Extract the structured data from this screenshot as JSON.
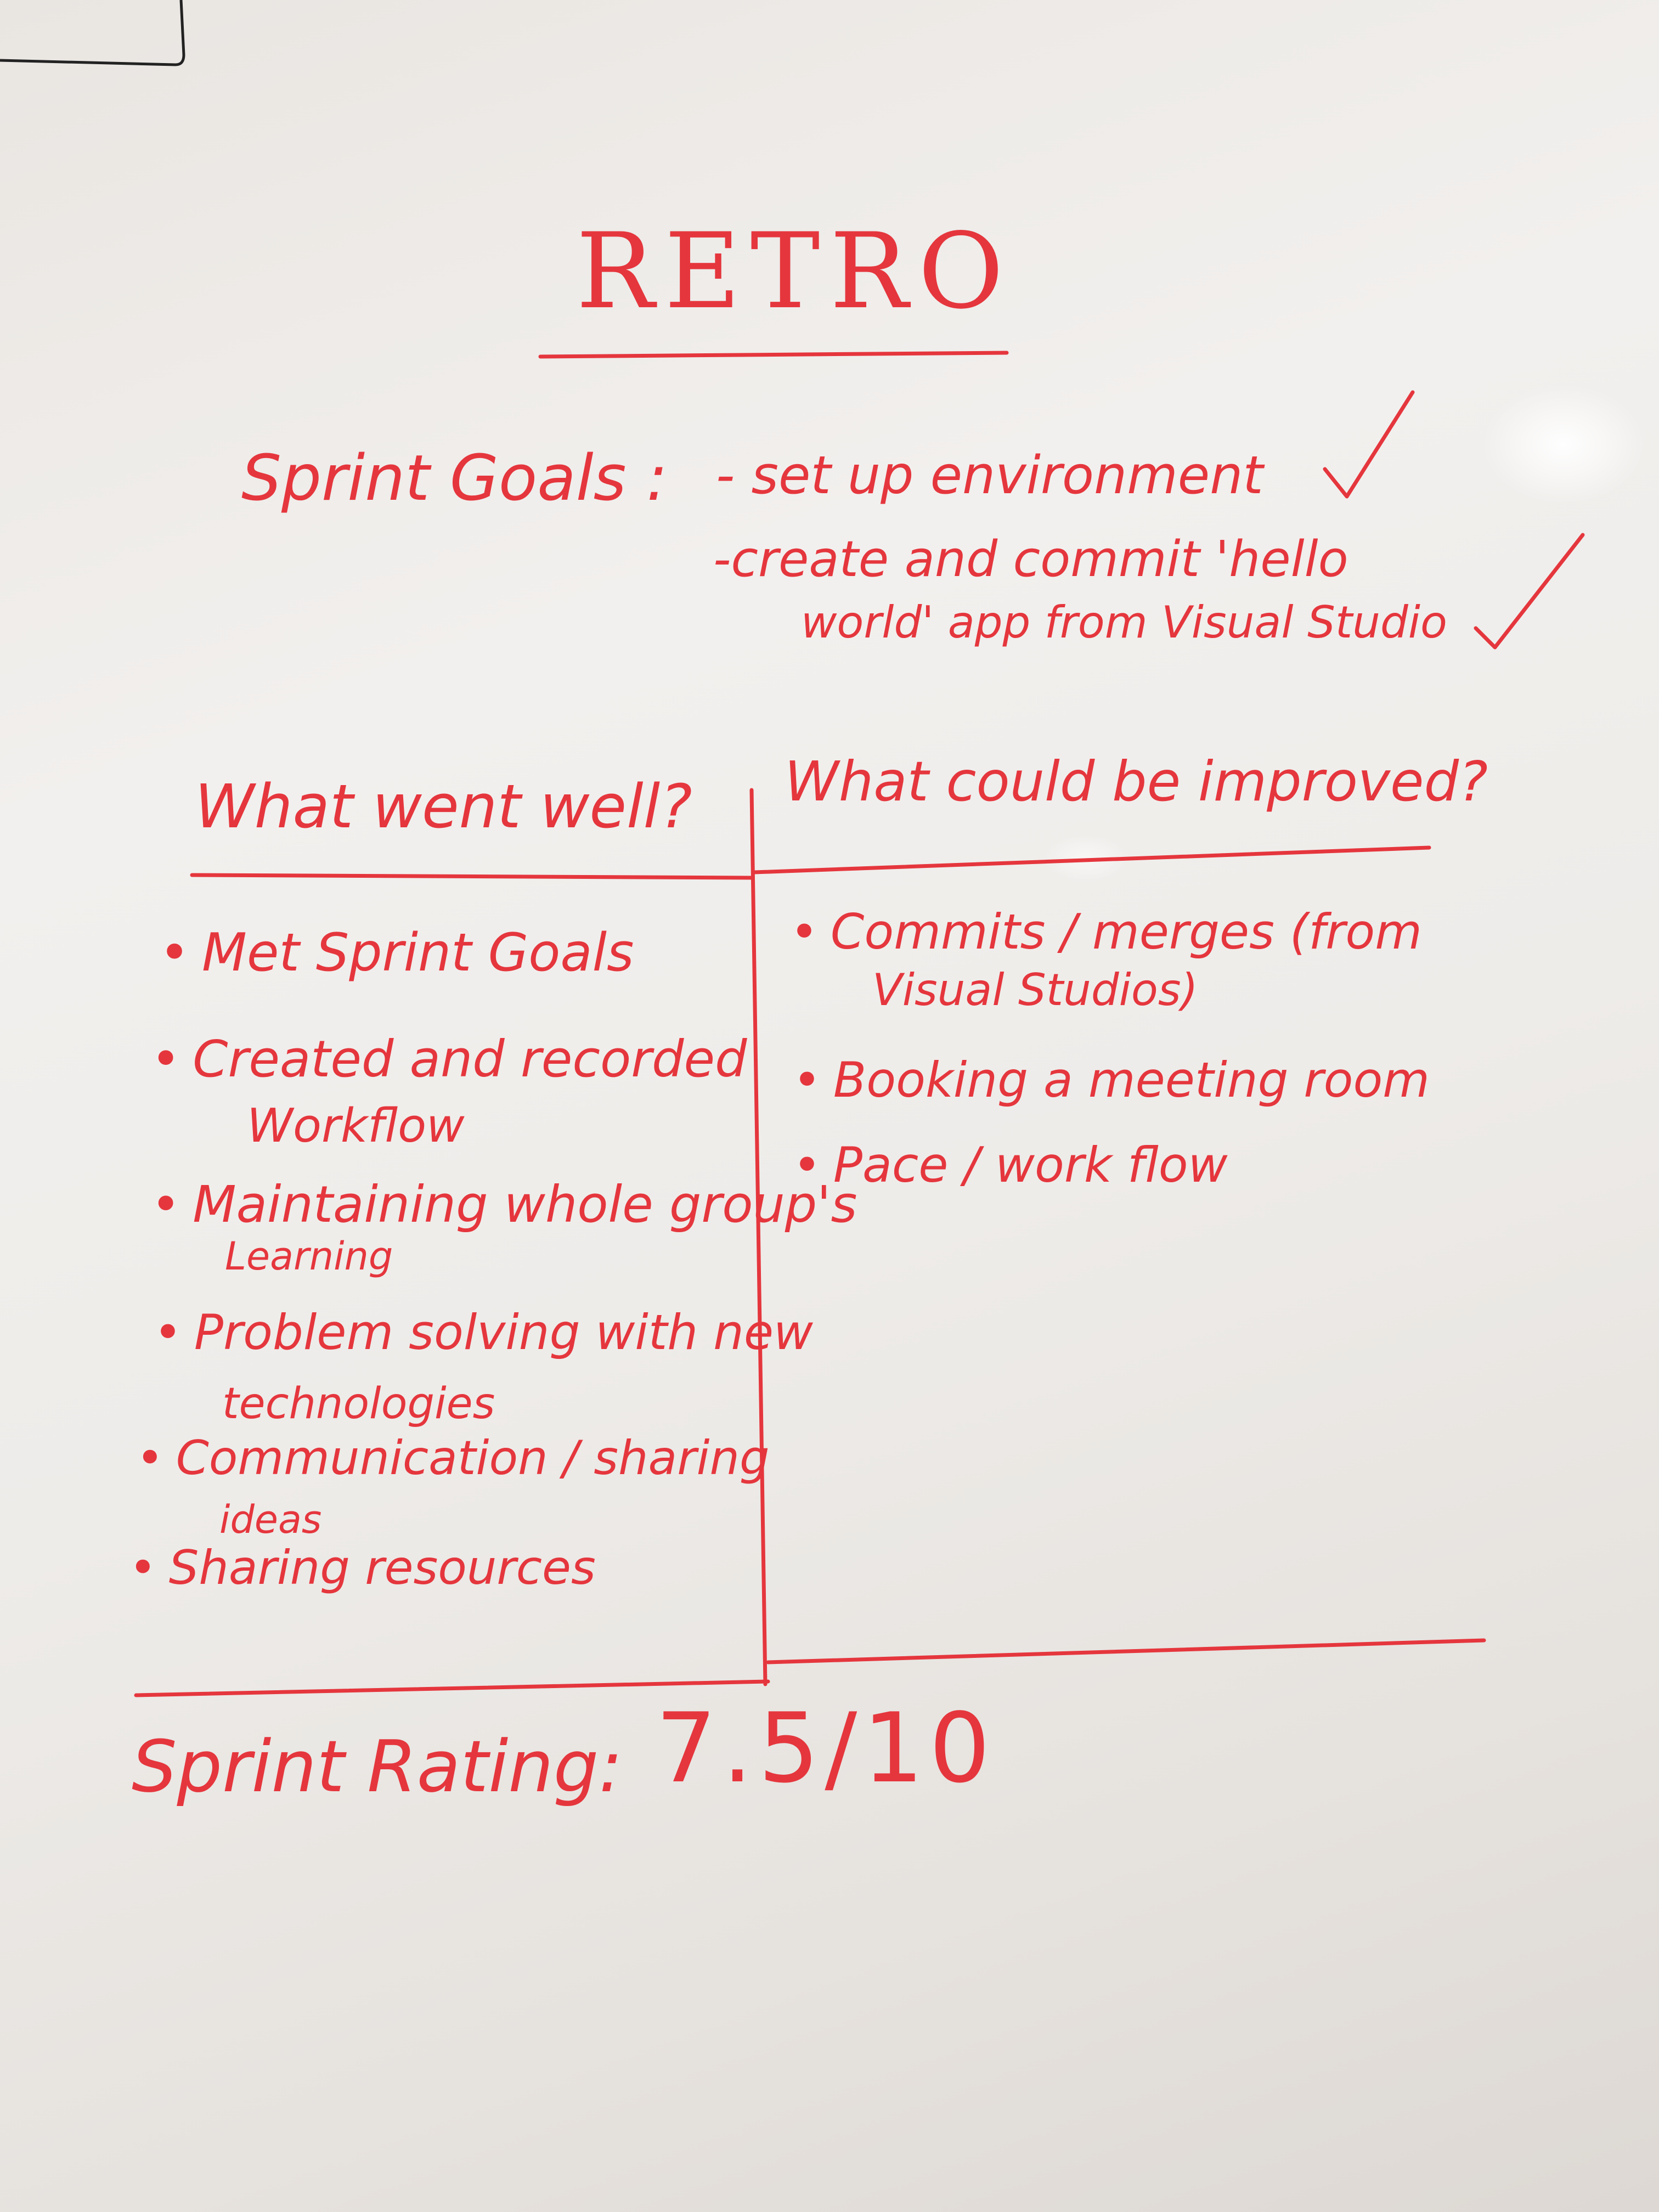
{
  "board": {
    "title": "RETRO",
    "goals_label": "Sprint Goals :",
    "goals": [
      "- set up environment",
      "-create and commit 'hello",
      "world' app from Visual Studio"
    ],
    "well": {
      "heading": "What went well?",
      "items": [
        "Met Sprint Goals",
        "Created and recorded",
        "Workflow",
        "Maintaining whole group's",
        "Learning",
        "Problem solving with new",
        "technologies",
        "Communication / sharing",
        "ideas",
        "Sharing resources"
      ]
    },
    "improve": {
      "heading": "What could be improved?",
      "items": [
        "Commits / merges (from",
        "Visual Studios)",
        "Booking a meeting room",
        "Pace / work flow"
      ]
    },
    "rating_label": "Sprint Rating:",
    "rating_value": "7.5/10",
    "ink_color": "#e5363d"
  }
}
